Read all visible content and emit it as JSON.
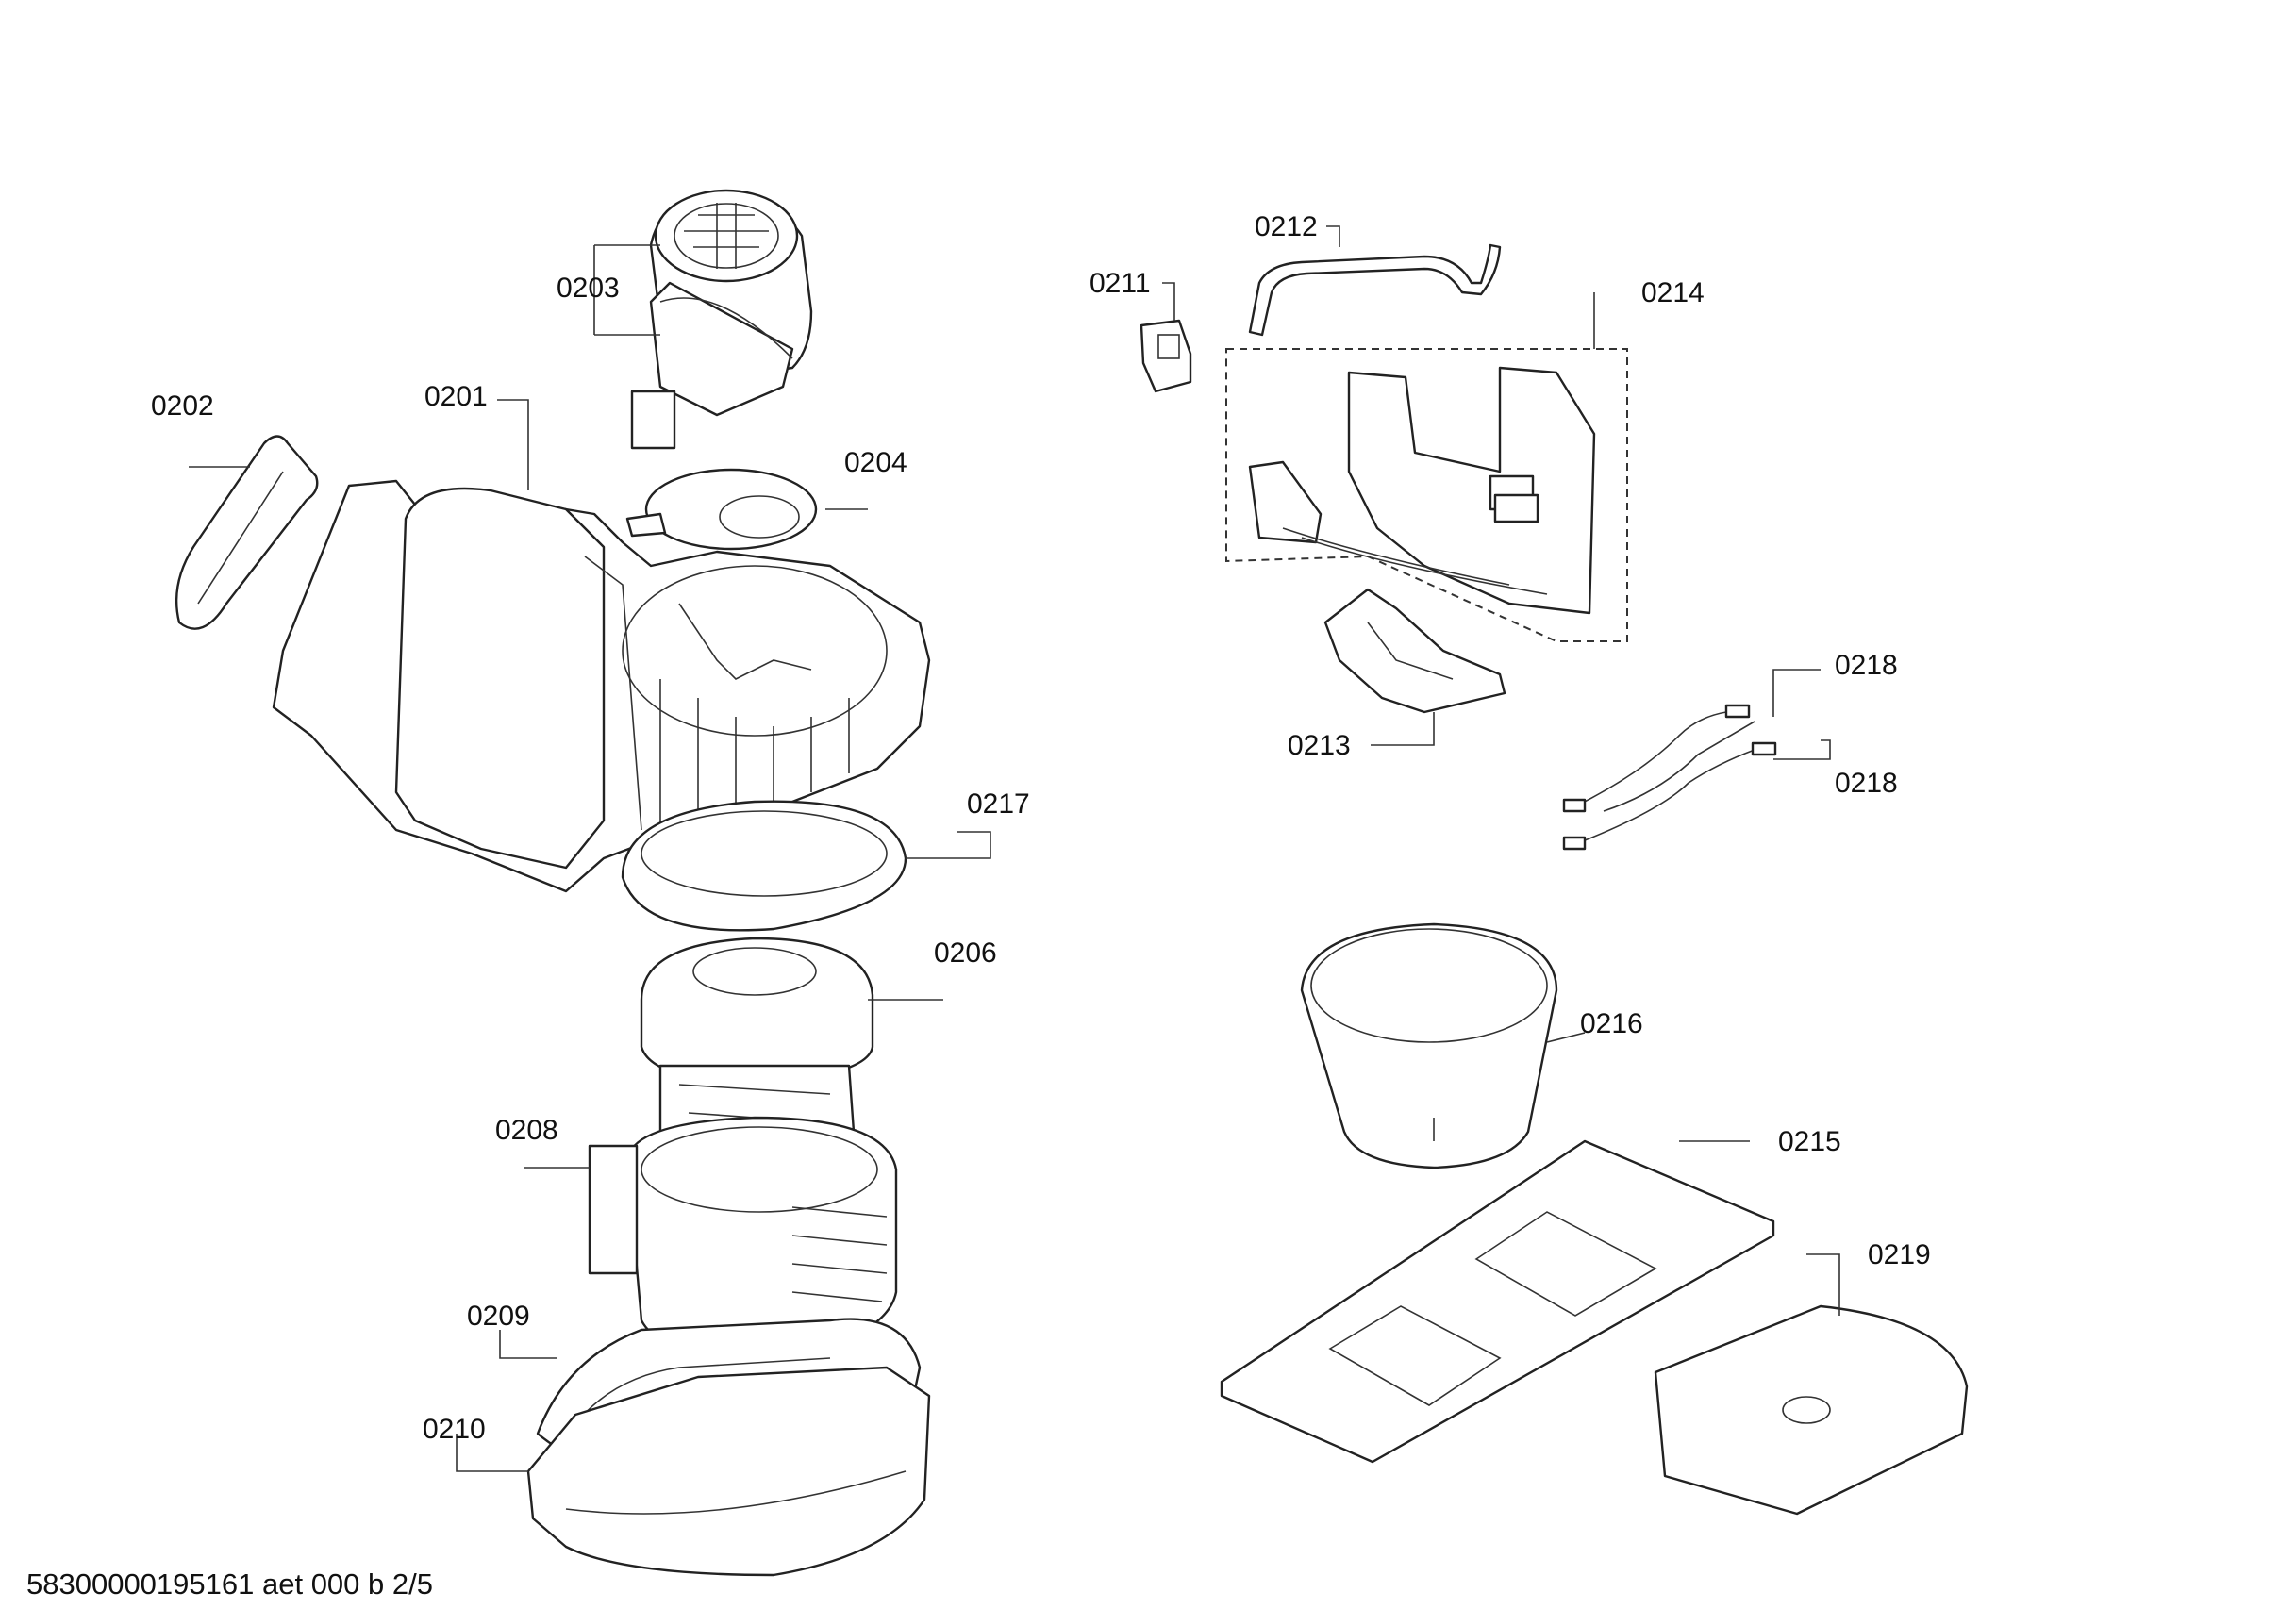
{
  "labels": {
    "p0201": "0201",
    "p0202": "0202",
    "p0203": "0203",
    "p0204": "0204",
    "p0206": "0206",
    "p0208": "0208",
    "p0209": "0209",
    "p0210": "0210",
    "p0211": "0211",
    "p0212": "0212",
    "p0213": "0213",
    "p0214": "0214",
    "p0215": "0215",
    "p0216": "0216",
    "p0217": "0217",
    "p0218a": "0218",
    "p0218b": "0218",
    "p0219": "0219"
  },
  "footer": "58300000195161 aet 000 b 2/5"
}
